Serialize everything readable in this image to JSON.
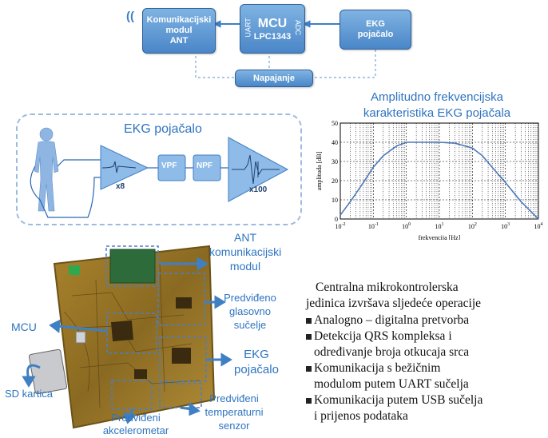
{
  "block_diagram": {
    "comm_module": [
      "Komunikacijski",
      "modul",
      "ANT"
    ],
    "mcu_title": "MCU",
    "mcu_model": "LPC1343",
    "uart": "UART",
    "adc": "ADC",
    "ekg_block": [
      "EKG",
      "pojačalo"
    ],
    "power": "Napajanje"
  },
  "amplifier_diagram": {
    "title": "EKG pojačalo",
    "vpf": "VPF",
    "npf": "NPF",
    "gain1": "x8",
    "gain2": "x100"
  },
  "chart_title": [
    "Amplitudno frekvencijska",
    "karakteristika EKG pojačala"
  ],
  "chart_data": {
    "type": "line",
    "xlabel": "frekvencija [Hz]",
    "ylabel": "amplituda [dB]",
    "x_scale": "log",
    "xlim": [
      0.01,
      10000
    ],
    "ylim": [
      0,
      50
    ],
    "y_ticks": [
      "0",
      "10",
      "20",
      "30",
      "40",
      "50"
    ],
    "x_ticks": [
      "10-2",
      "10-1",
      "100",
      "101",
      "102",
      "103",
      "104"
    ],
    "grid": true,
    "series": [
      {
        "x": [
          0.01,
          0.02,
          0.05,
          0.1,
          0.2,
          0.5,
          1,
          3,
          10,
          30,
          100,
          200,
          500,
          1000,
          3000,
          10000
        ],
        "y": [
          2,
          9,
          19,
          27,
          33,
          38,
          40,
          40,
          40,
          39.5,
          37,
          33,
          25,
          19,
          9,
          0
        ]
      }
    ]
  },
  "photo_labels": {
    "ant": [
      "ANT",
      "komunikacijski",
      "modul"
    ],
    "audio": [
      "Predviđeno",
      "glasovno",
      "sučelje"
    ],
    "mcu": "MCU",
    "ekg": [
      "EKG",
      "pojačalo"
    ],
    "sd": "SD kartica",
    "accel": [
      "Predviđeni",
      "akcelerometar"
    ],
    "temp": [
      "Predviđeni",
      "temperaturni",
      "senzor"
    ]
  },
  "description": {
    "intro": [
      "Centralna mikrokontrolerska",
      "jedinica izvršava sljedeće operacije"
    ],
    "items": [
      [
        "Analogno – digitalna pretvorba"
      ],
      [
        "Detekcija QRS kompleksa  i",
        "određivanje broja otkucaja srca"
      ],
      [
        "Komunikacija s bežičnim",
        "modulom putem UART sučelja"
      ],
      [
        "Komunikacija putem USB sučelja",
        "i prijenos podataka"
      ]
    ]
  }
}
